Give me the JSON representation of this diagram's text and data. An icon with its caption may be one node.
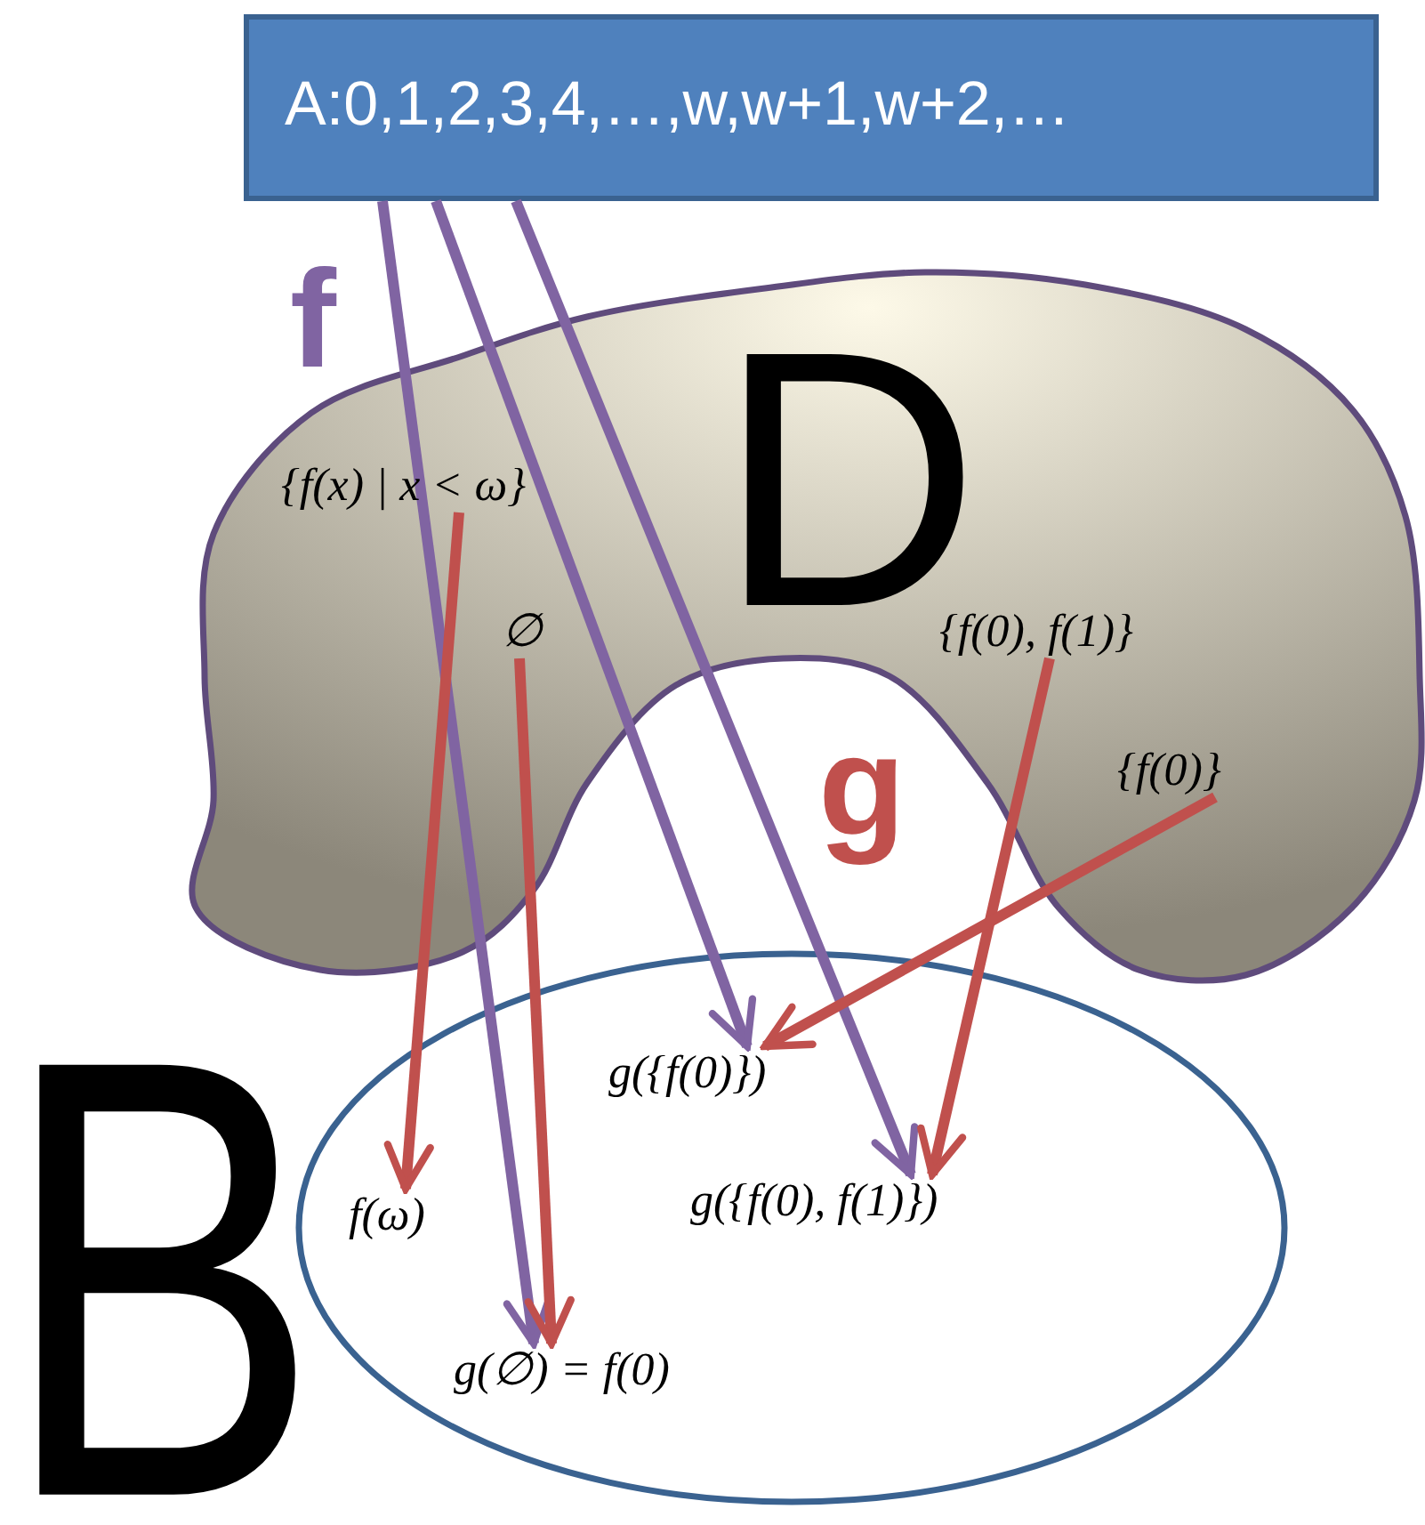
{
  "diagram": {
    "nodes": [
      {
        "text": [
          "A:0,1,2,3,4,…,w,w+1,w+2,…"
        ]
      },
      {
        "text": [
          "D"
        ]
      },
      {
        "text": [
          "{f(x) | x < ω}"
        ],
        "in": 1
      },
      {
        "text": [
          "∅"
        ],
        "in": 1
      },
      {
        "text": [
          "{f(0), f(1)}"
        ],
        "in": 1
      },
      {
        "text": [
          "{f(0)}"
        ],
        "in": 1
      },
      {
        "text": [
          "B"
        ]
      },
      {
        "text": [
          "g({f(0)})"
        ],
        "in": 6
      },
      {
        "text": [
          "f(ω)"
        ],
        "in": 6
      },
      {
        "text": [
          "g({f(0), f(1)})"
        ],
        "in": 6
      },
      {
        "text": [
          "g(∅) = f(0)"
        ],
        "in": 6
      }
    ],
    "edges": [
      {
        "from": 0,
        "to": 10,
        "arrow": "to",
        "color": "#8064a2"
      },
      {
        "from": 0,
        "to": 7,
        "arrow": "to",
        "color": "#8064a2"
      },
      {
        "from": 0,
        "to": 9,
        "arrow": "to",
        "color": "#8064a2"
      },
      {
        "from": 2,
        "to": 8,
        "arrow": "to"
      },
      {
        "from": 3,
        "to": 10,
        "arrow": "to"
      },
      {
        "from": 4,
        "to": 9,
        "arrow": "to"
      },
      {
        "from": 5,
        "to": 7,
        "arrow": "to"
      }
    ],
    "labels": [
      "f",
      "g"
    ]
  }
}
